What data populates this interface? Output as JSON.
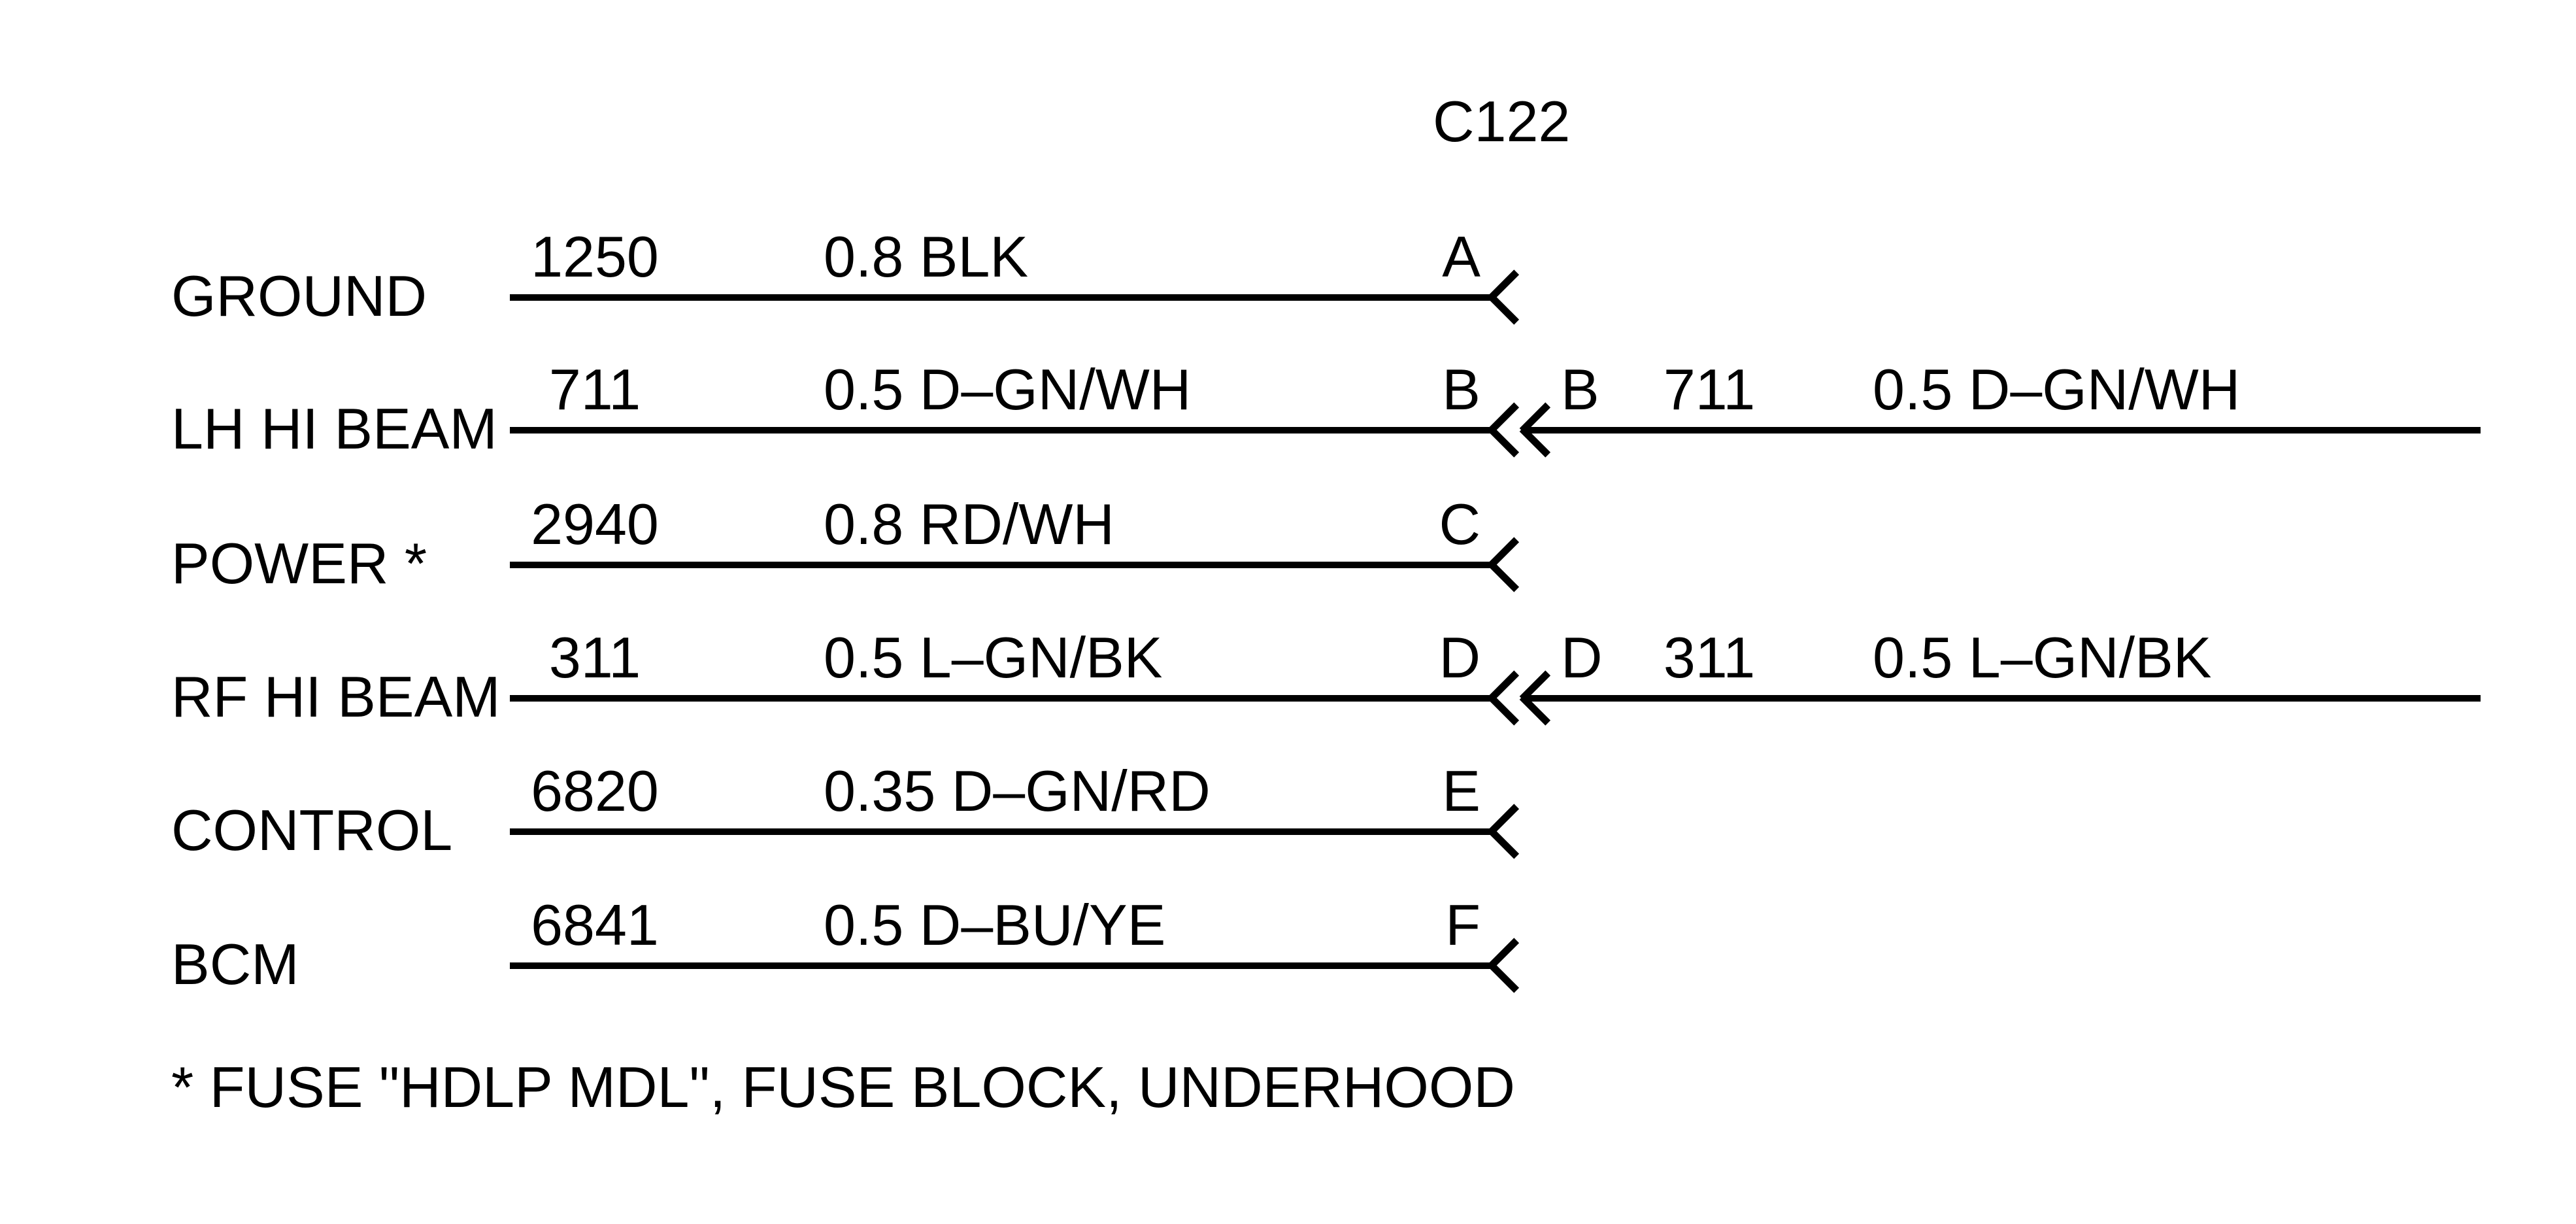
{
  "connector": {
    "name": "C122"
  },
  "rows": [
    {
      "label": "GROUND",
      "wire_number": "1250",
      "wire_color": "0.8 BLK",
      "pin": "A"
    },
    {
      "label": "LH HI BEAM",
      "wire_number": "711",
      "wire_color": "0.5 D–GN/WH",
      "pin": "B",
      "right": {
        "pin": "B",
        "wire_number": "711",
        "wire_color": "0.5 D–GN/WH"
      }
    },
    {
      "label": "POWER *",
      "wire_number": "2940",
      "wire_color": "0.8 RD/WH",
      "pin": "C"
    },
    {
      "label": "RF HI BEAM",
      "wire_number": "311",
      "wire_color": "0.5 L–GN/BK",
      "pin": "D",
      "right": {
        "pin": "D",
        "wire_number": "311",
        "wire_color": "0.5 L–GN/BK"
      }
    },
    {
      "label": "CONTROL",
      "wire_number": "6820",
      "wire_color": "0.35 D–GN/RD",
      "pin": "E"
    },
    {
      "label": "BCM",
      "wire_number": "6841",
      "wire_color": "0.5 D–BU/YE",
      "pin": "F"
    }
  ],
  "footnote": "* FUSE \"HDLP MDL\", FUSE BLOCK, UNDERHOOD",
  "colors": {
    "ink": "#000000",
    "background": "#ffffff"
  }
}
